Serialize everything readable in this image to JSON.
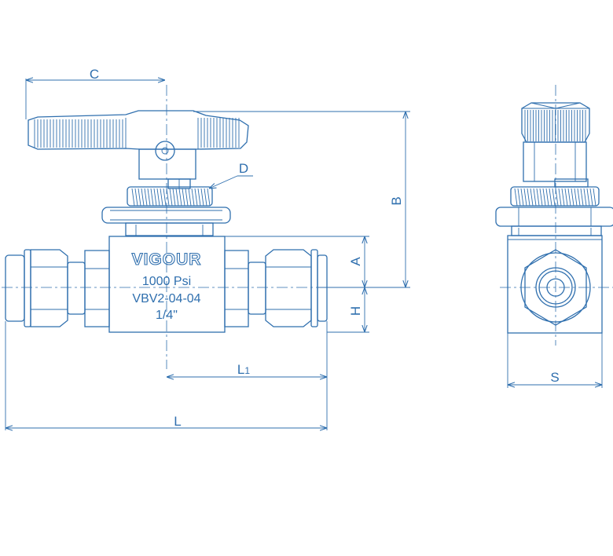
{
  "colors": {
    "line": "#2f6fae",
    "background": "#ffffff"
  },
  "body_markings": {
    "brand": "VIGOUR",
    "pressure": "1000 Psi",
    "model": "VBV2-04-04",
    "size": "1/4\""
  },
  "dimension_labels": {
    "C": "C",
    "D": "D",
    "B": "B",
    "A": "A",
    "H": "H",
    "L1_main": "L",
    "L1_sub": "1",
    "L": "L",
    "S": "S"
  }
}
